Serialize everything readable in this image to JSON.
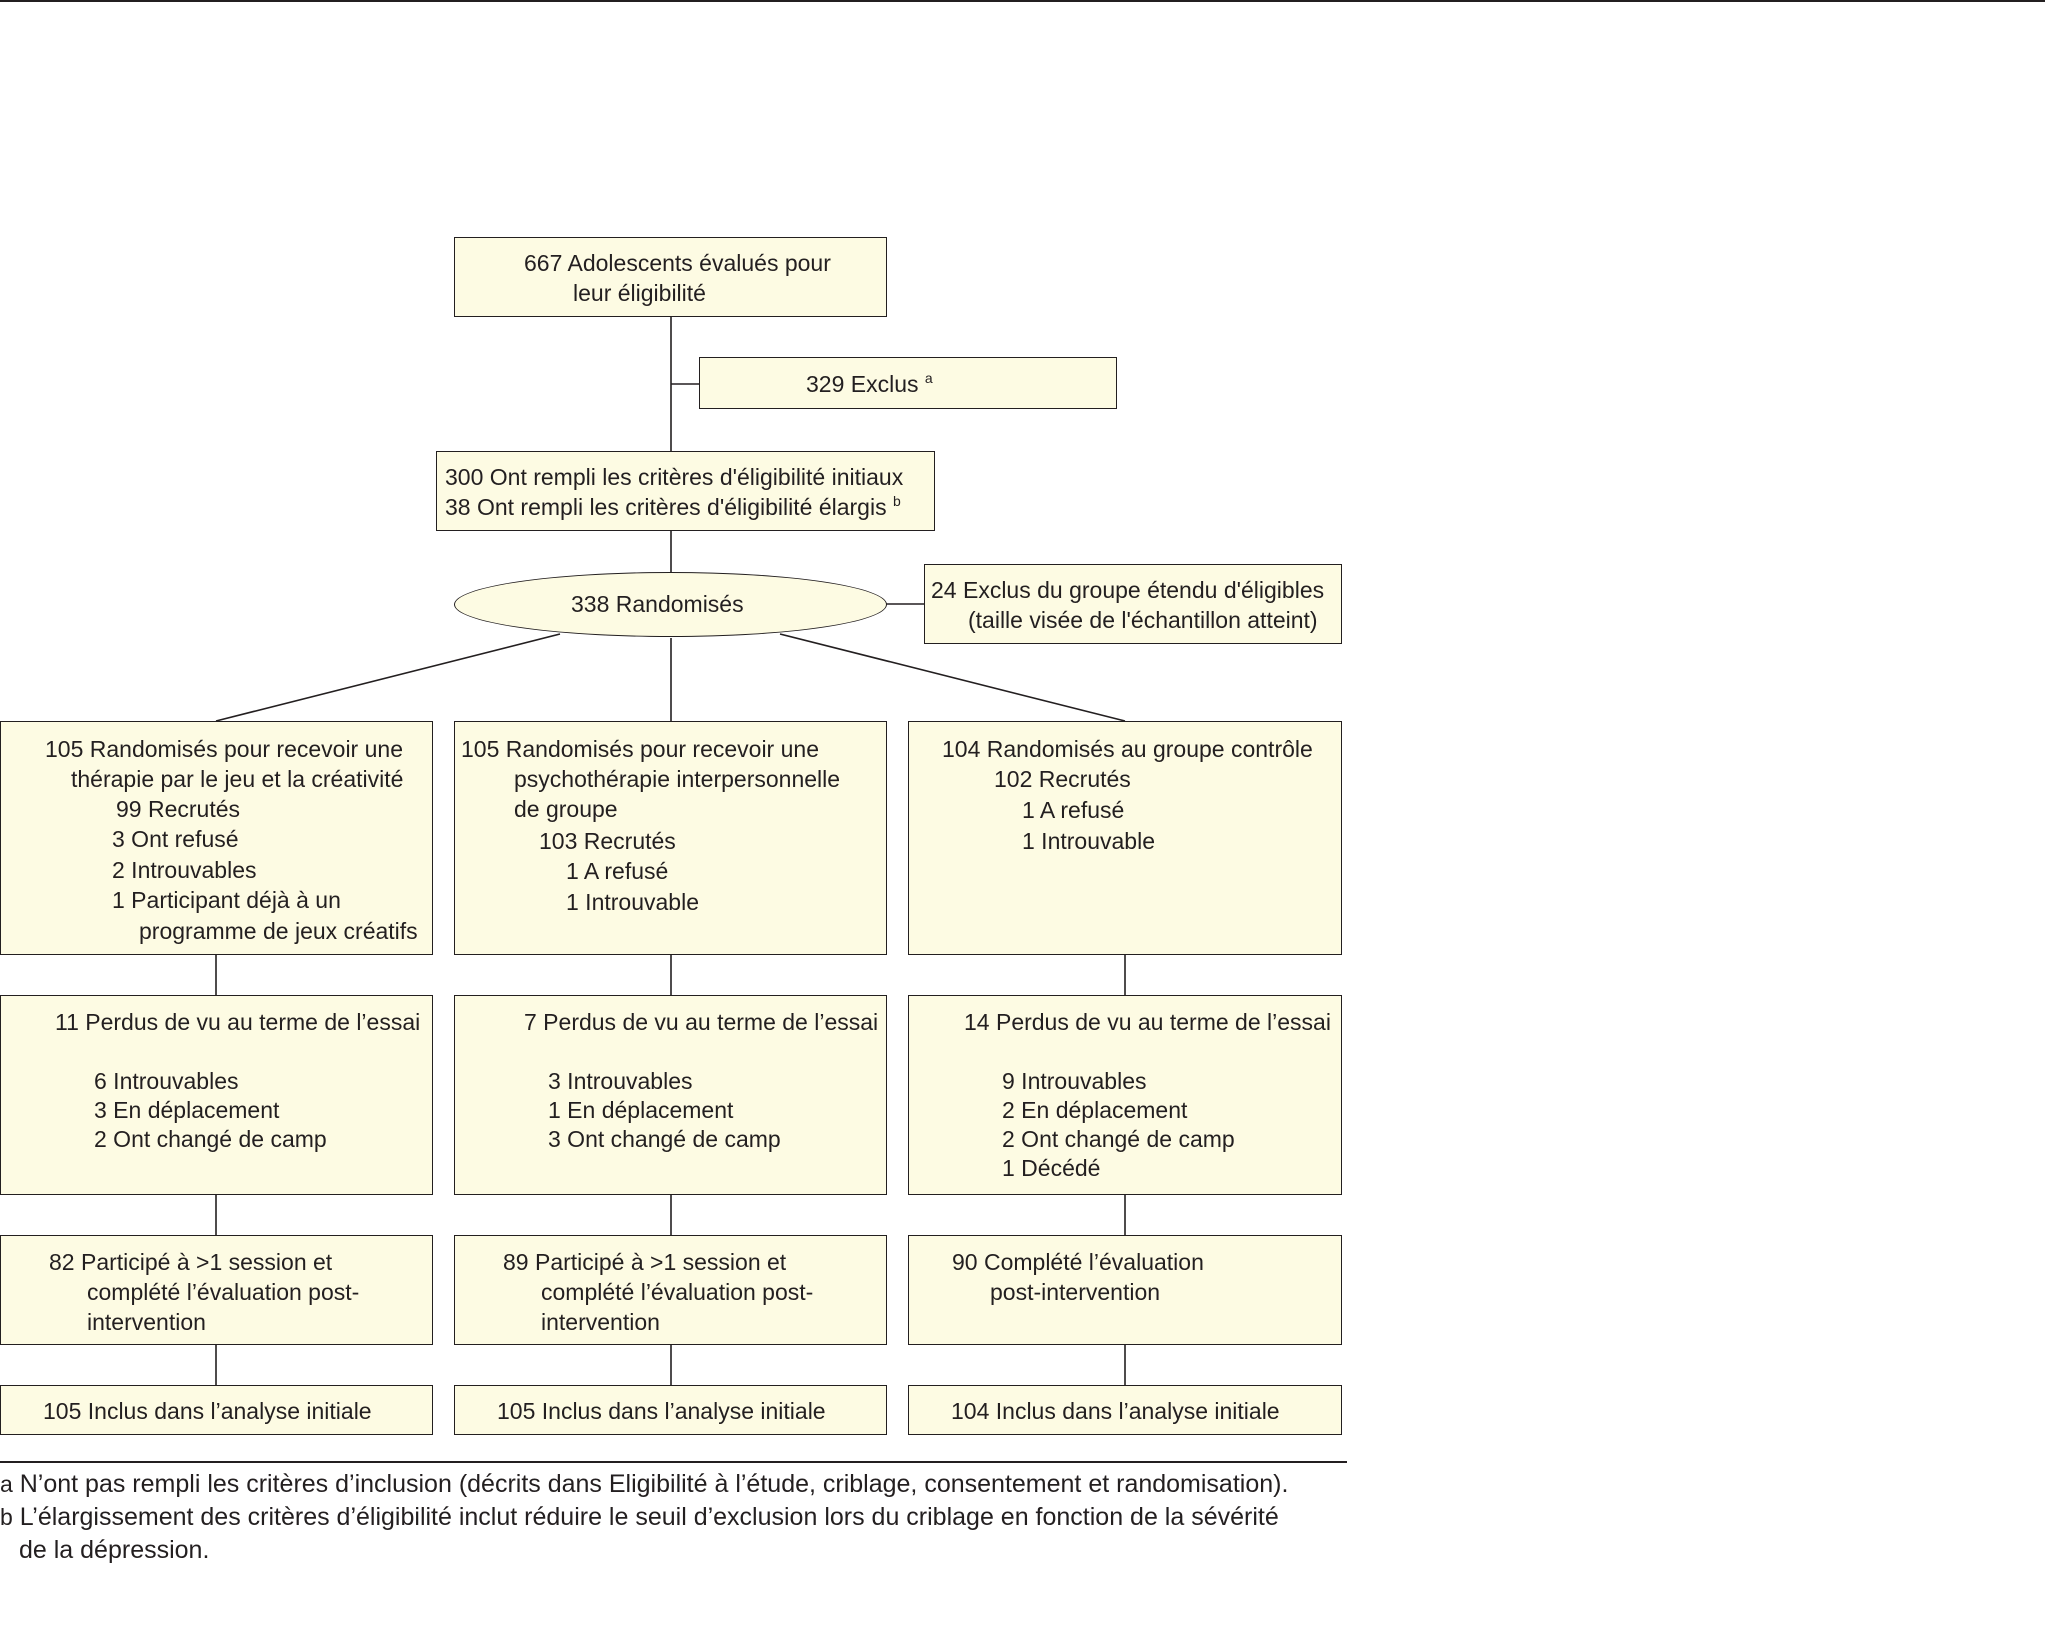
{
  "colors": {
    "box_fill": "#fdfbe3",
    "stroke": "#231f20",
    "background": "#ffffff"
  },
  "flow": {
    "assessed": {
      "line1": "667  Adolescents évalués pour",
      "line2": "leur éligibilité"
    },
    "excluded": {
      "text": "329  Exclus",
      "sup": "a"
    },
    "eligible": {
      "line1": "300  Ont rempli les critères d'éligibilité initiaux",
      "line2": "38  Ont rempli les critères d'éligibilité élargis",
      "sup": "b"
    },
    "randomized": {
      "text": "338  Randomisés"
    },
    "excluded_pool": {
      "line1": "24  Exclus du groupe étendu d'éligibles",
      "line2": "(taille visée de l'échantillon atteint)"
    },
    "arms": [
      {
        "allocation": [
          "105  Randomisés pour recevoir une",
          "thérapie par le jeu et la créativité",
          "99  Recrutés",
          "3  Ont refusé",
          "2  Introuvables",
          "1  Participant déjà à un",
          "programme de jeux créatifs"
        ],
        "lost": [
          "11  Perdus de vu au terme de l’essai",
          "6  Introuvables",
          "3  En déplacement",
          "2  Ont changé de camp"
        ],
        "participated": [
          "82  Participé à >1 session et",
          "complété l’évaluation post-",
          "intervention"
        ],
        "analysed": "105  Inclus dans l’analyse initiale"
      },
      {
        "allocation": [
          "105   Randomisés pour recevoir une",
          "psychothérapie interpersonnelle",
          "de groupe",
          "103  Recrutés",
          "1  A refusé",
          "1  Introuvable"
        ],
        "lost": [
          "7  Perdus de vu au terme de l’essai",
          "3  Introuvables",
          "1  En déplacement",
          "3  Ont changé de camp"
        ],
        "participated": [
          "89  Participé à >1 session et",
          "complété l’évaluation post-",
          "intervention"
        ],
        "analysed": "105  Inclus dans l’analyse initiale"
      },
      {
        "allocation": [
          "104  Randomisés au groupe contrôle",
          "102  Recrutés",
          "1  A refusé",
          "1  Introuvable"
        ],
        "lost": [
          "14  Perdus de vu au terme de l’essai",
          "9  Introuvables",
          "2  En déplacement",
          "2  Ont changé de camp",
          "1  Décédé"
        ],
        "participated": [
          "90  Complété l’évaluation",
          "post-intervention"
        ],
        "analysed": "104  Inclus dans l’analyse initiale"
      }
    ]
  },
  "footnotes": [
    {
      "mark": "a",
      "text": "N’ont pas rempli les critères d’inclusion (décrits dans Eligibilité à l’étude, criblage, consentement et randomisation)."
    },
    {
      "mark": "b",
      "text": "L’élargissement des critères d’éligibilité inclut réduire le seuil d’exclusion lors du criblage en fonction de la sévérité",
      "continuation": "de la dépression."
    }
  ]
}
